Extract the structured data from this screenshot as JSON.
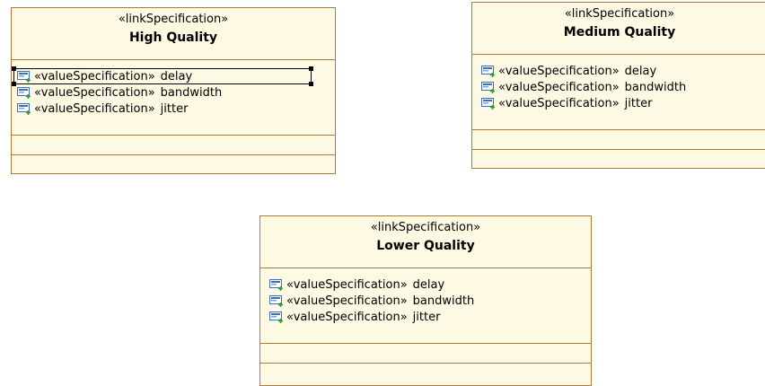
{
  "boxes": [
    {
      "stereotype": "«linkSpecification»",
      "name": "High Quality",
      "attributes": [
        {
          "stereotype": "«valueSpecification»",
          "name": "delay",
          "selected": true
        },
        {
          "stereotype": "«valueSpecification»",
          "name": "bandwidth"
        },
        {
          "stereotype": "«valueSpecification»",
          "name": "jitter"
        }
      ]
    },
    {
      "stereotype": "«linkSpecification»",
      "name": "Medium Quality",
      "attributes": [
        {
          "stereotype": "«valueSpecification»",
          "name": "delay"
        },
        {
          "stereotype": "«valueSpecification»",
          "name": "bandwidth"
        },
        {
          "stereotype": "«valueSpecification»",
          "name": "jitter"
        }
      ]
    },
    {
      "stereotype": "«linkSpecification»",
      "name": "Lower Quality",
      "attributes": [
        {
          "stereotype": "«valueSpecification»",
          "name": "delay"
        },
        {
          "stereotype": "«valueSpecification»",
          "name": "bandwidth"
        },
        {
          "stereotype": "«valueSpecification»",
          "name": "jitter"
        }
      ]
    }
  ],
  "colors": {
    "box_fill": "#fdf9e3",
    "box_border": "#b07a3c",
    "icon_blue": "#3b6fc4",
    "icon_plus": "#2e9b2e"
  },
  "icons": {
    "attribute": "value-specification-icon"
  }
}
